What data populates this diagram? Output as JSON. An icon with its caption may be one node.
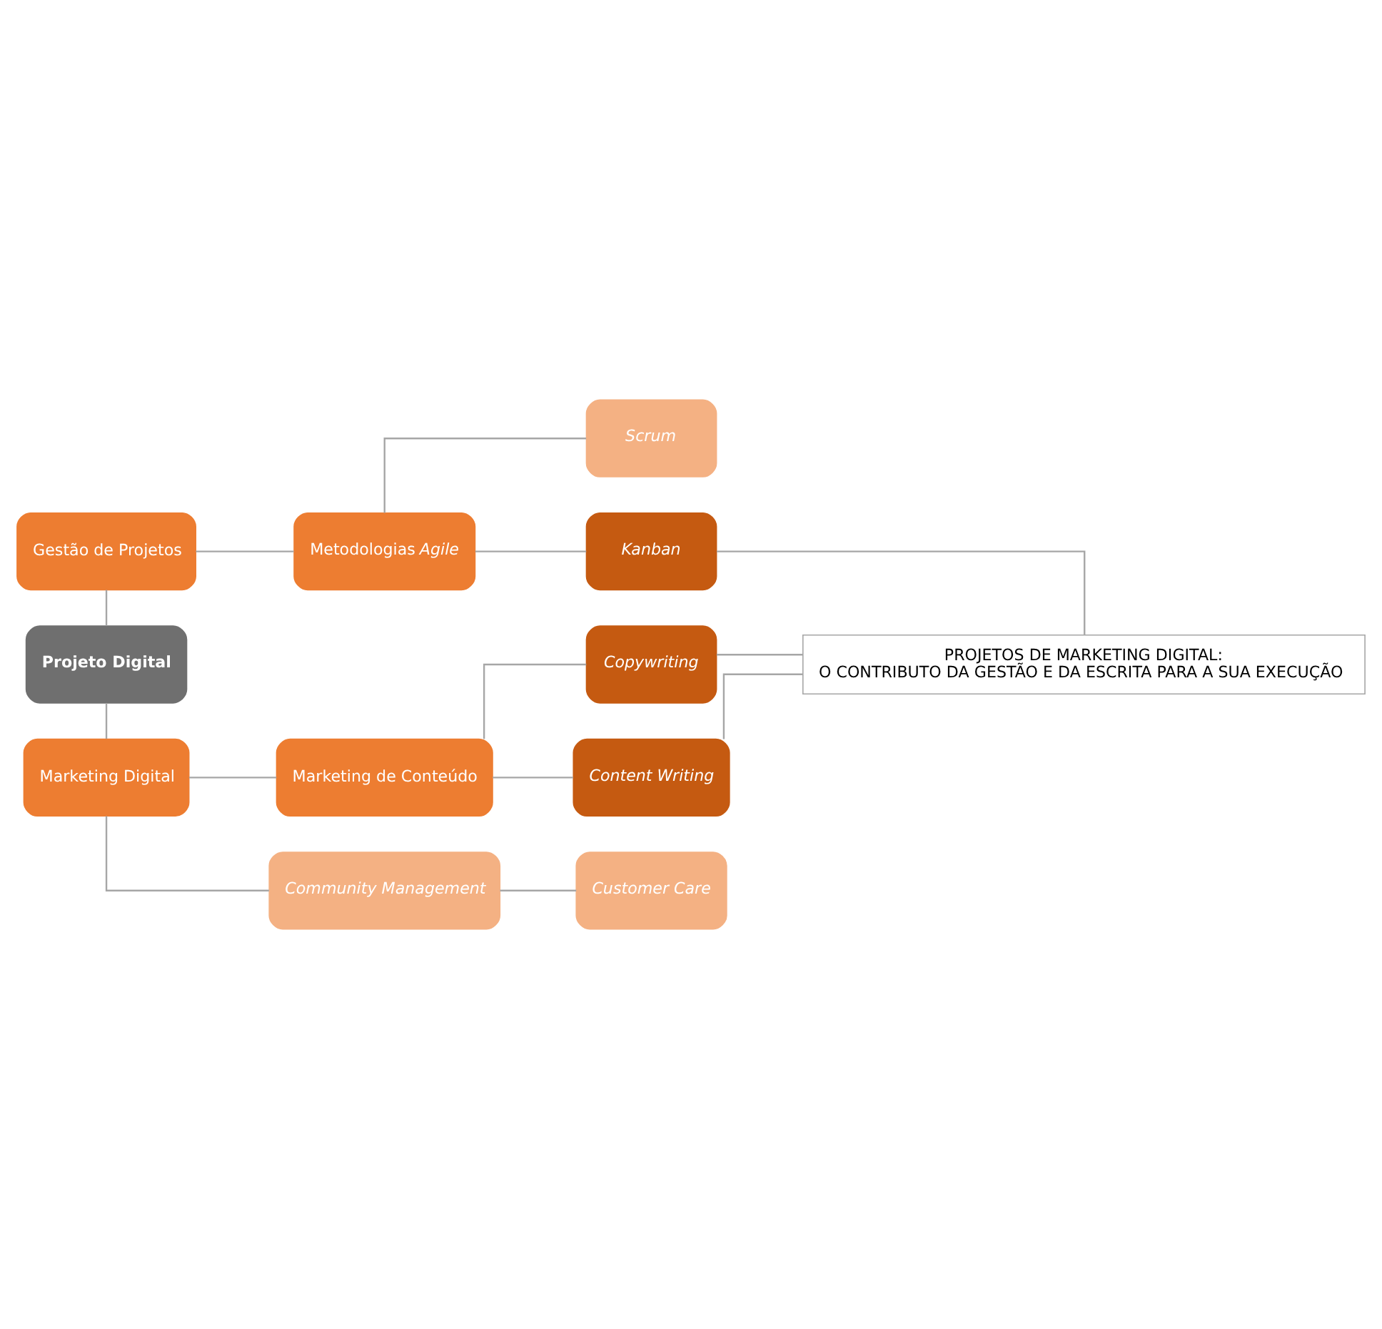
{
  "diagram": {
    "nodes": [
      {
        "text": [
          "Gestão de Projetos"
        ]
      },
      {
        "text": [
          "Metodologias *Agile*"
        ]
      },
      {
        "text": [
          "Scrum"
        ]
      },
      {
        "text": [
          "Kanban"
        ]
      },
      {
        "text": [
          "Projeto Digital"
        ]
      },
      {
        "text": [
          "PROJETOS DE MARKETING DIGITAL:",
          "O CONTRIBUTO DA GESTÃO E DA ESCRITA PARA A SUA EXECUÇÃO"
        ]
      },
      {
        "text": [
          "Marketing Digital"
        ]
      },
      {
        "text": [
          "Marketing de Conteúdo"
        ]
      },
      {
        "text": [
          "Copywriting"
        ]
      },
      {
        "text": [
          "Content Writing"
        ]
      },
      {
        "text": [
          "Community Management"
        ]
      },
      {
        "text": [
          "Customer Care"
        ]
      }
    ],
    "edges": [
      {
        "from": 0,
        "to": 1,
        "arrow": "none"
      },
      {
        "from": 1,
        "to": 2,
        "arrow": "none"
      },
      {
        "from": 1,
        "to": 3,
        "arrow": "none"
      },
      {
        "from": 0,
        "to": 4,
        "arrow": "none"
      },
      {
        "from": 4,
        "to": 6,
        "arrow": "none"
      },
      {
        "from": 6,
        "to": 7,
        "arrow": "none"
      },
      {
        "from": 7,
        "to": 8,
        "arrow": "none"
      },
      {
        "from": 7,
        "to": 9,
        "arrow": "none"
      },
      {
        "from": 6,
        "to": 10,
        "arrow": "none"
      },
      {
        "from": 10,
        "to": 11,
        "arrow": "none"
      },
      {
        "from": 3,
        "to": 5,
        "arrow": "none"
      },
      {
        "from": 5,
        "to": 8,
        "arrow": "none"
      },
      {
        "from": 5,
        "to": 9,
        "arrow": "none"
      }
    ]
  }
}
